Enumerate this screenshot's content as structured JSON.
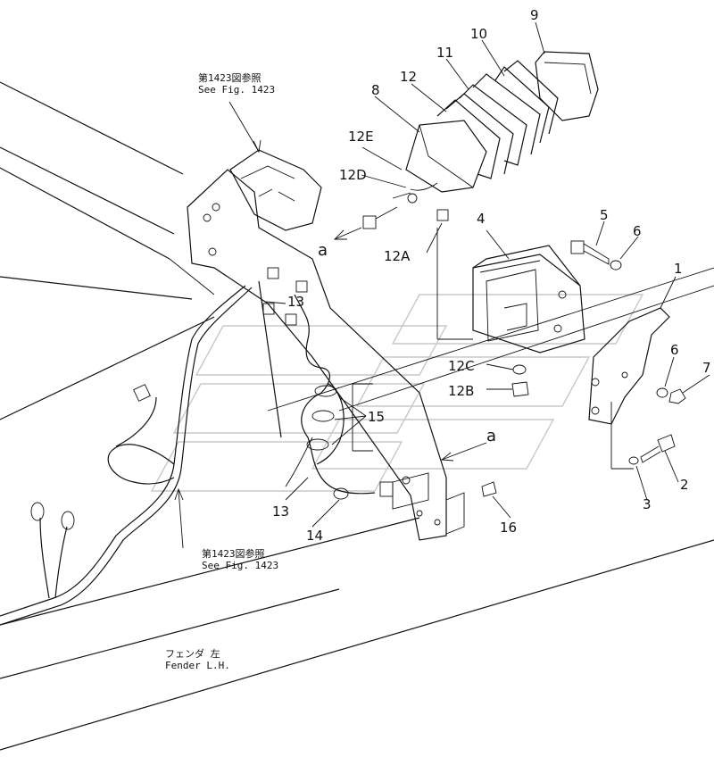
{
  "notes": {
    "top_jp": "第1423図参照",
    "top_en": "See Fig. 1423",
    "bottom_jp": "第1423図参照",
    "bottom_en": "See Fig. 1423",
    "fender_jp": "フェンダ 左",
    "fender_en": "Fender L.H."
  },
  "callouts": {
    "p1": "1",
    "p2": "2",
    "p3": "3",
    "p4": "4",
    "p5": "5",
    "p6a": "6",
    "p6b": "6",
    "p7": "7",
    "p8": "8",
    "p9": "9",
    "p10": "10",
    "p11": "11",
    "p12": "12",
    "p12A": "12A",
    "p12B": "12B",
    "p12C": "12C",
    "p12D": "12D",
    "p12E": "12E",
    "p13a": "13",
    "p13b": "13",
    "p14": "14",
    "p15": "15",
    "p16": "16",
    "a1": "a",
    "a2": "a"
  }
}
